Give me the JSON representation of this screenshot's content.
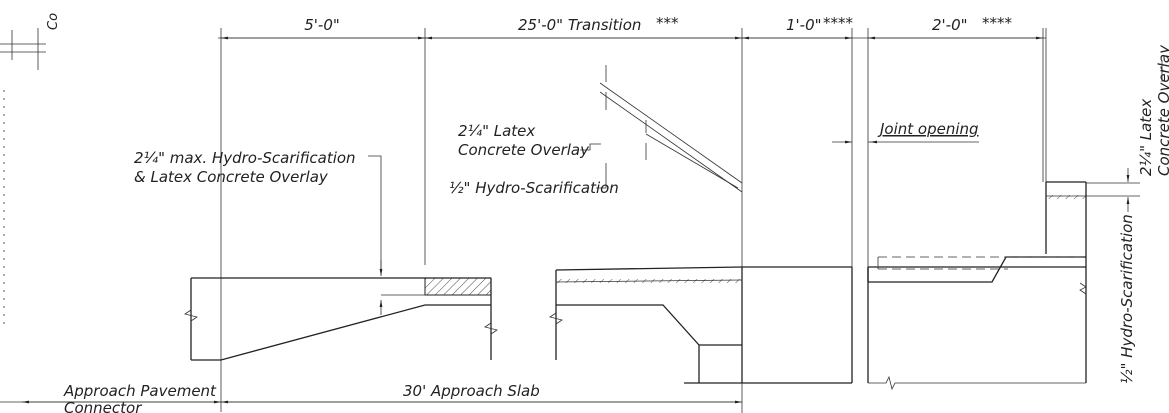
{
  "dimensions": {
    "d1": "5'-0\"",
    "d2": "25'-0\" Transition",
    "d2_mark": "***",
    "d3": "1'-0\"",
    "d3_mark": "****",
    "d4": "2'-0\"",
    "d4_mark": "****"
  },
  "labels": {
    "hydro_max_line1": "2¼\" max. Hydro-Scarification",
    "hydro_max_line2": "& Latex Concrete Overlay",
    "latex_line1": "2¼\" Latex",
    "latex_line2": "Concrete Overlay",
    "half_hydro": "½\" Hydro-Scarification",
    "joint_opening": "Joint opening",
    "right_latex_line1": "2¼\" Latex",
    "right_latex_line2": "Concrete Overlay",
    "right_half_hydro": "½\" Hydro-Scarification",
    "approach_pavement_line1": "Approach Pavement",
    "approach_pavement_line2": "Connector",
    "approach_slab": "30' Approach Slab",
    "top_left_fragment": "Co"
  }
}
